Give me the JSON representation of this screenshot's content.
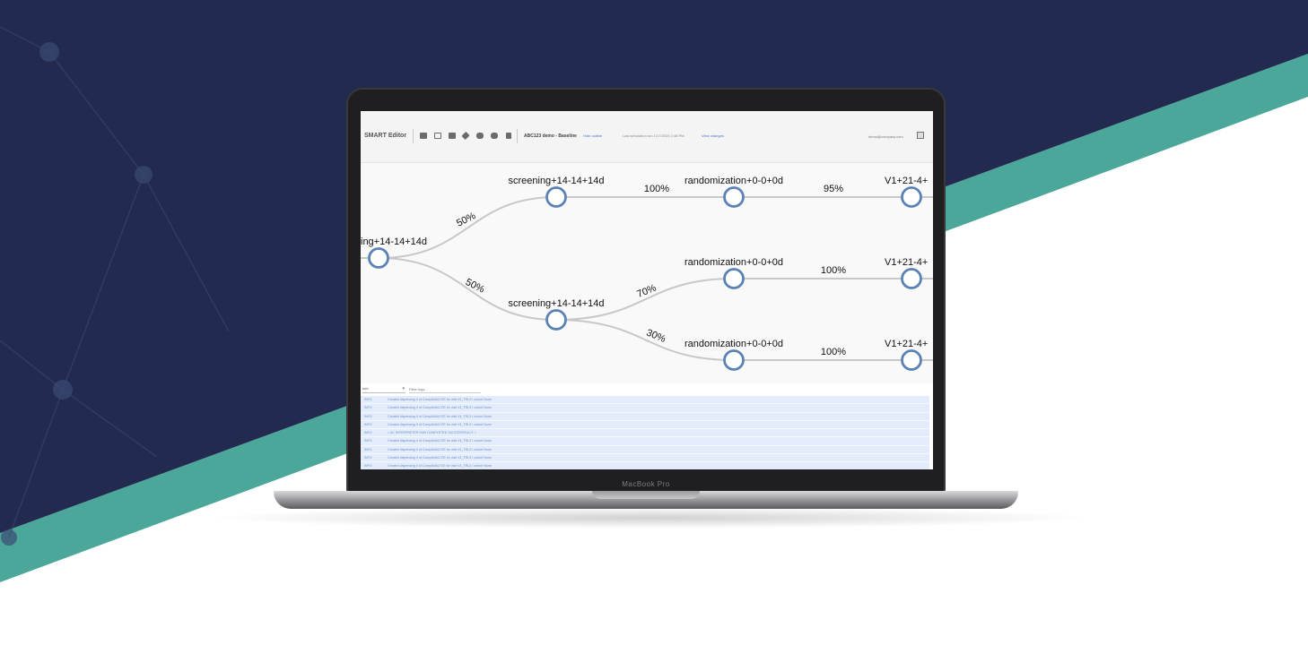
{
  "brand": {
    "navy": "#222a4f",
    "teal": "#4aa79a",
    "node_stroke": "#5a82b4",
    "edge": "#c8c8c8"
  },
  "laptop": {
    "model_label": "MacBook Pro"
  },
  "toolbar": {
    "app_title": "SMART Editor",
    "icons": [
      "folder-icon",
      "folder-open-icon",
      "save-icon",
      "wrench-icon",
      "database-icon",
      "database-alt-icon",
      "download-icon"
    ],
    "project_name": "ABC123 demo - Baseline",
    "hide_outline_label": "Hide outline",
    "last_run": "Last simulation run 1/17/2019 2:48 PM",
    "view_changes_label": "View changes",
    "user_email": "demo@company.com"
  },
  "tree": {
    "nodes": [
      {
        "id": "root",
        "label": "ing+14-14+14d"
      },
      {
        "id": "s1",
        "label": "screening+14-14+14d"
      },
      {
        "id": "s2",
        "label": "screening+14-14+14d"
      },
      {
        "id": "r1",
        "label": "randomization+0-0+0d"
      },
      {
        "id": "r2",
        "label": "randomization+0-0+0d"
      },
      {
        "id": "r3",
        "label": "randomization+0-0+0d"
      },
      {
        "id": "v1",
        "label": "V1+21-4+"
      },
      {
        "id": "v2",
        "label": "V1+21-4+"
      },
      {
        "id": "v3",
        "label": "V1+21-4+"
      }
    ],
    "edges": [
      {
        "from": "root",
        "to": "s1",
        "label": "50%"
      },
      {
        "from": "root",
        "to": "s2",
        "label": "50%"
      },
      {
        "from": "s1",
        "to": "r1",
        "label": "100%"
      },
      {
        "from": "s2",
        "to": "r2",
        "label": "70%"
      },
      {
        "from": "s2",
        "to": "r3",
        "label": "30%"
      },
      {
        "from": "r1",
        "to": "v1",
        "label": "95%"
      },
      {
        "from": "r2",
        "to": "v2",
        "label": "100%"
      },
      {
        "from": "r3",
        "to": "v3",
        "label": "100%"
      }
    ]
  },
  "log": {
    "level_value": "Info",
    "filter_placeholder": "Filter logs...",
    "rows": [
      {
        "level": "INFO",
        "message": "Created dispensing 0 of CompANALYZE for visit V4_TRL3 / cohort None"
      },
      {
        "level": "INFO",
        "message": "Created dispensing 0 of CompANALYZE for visit V4_TRL3 / cohort None"
      },
      {
        "level": "INFO",
        "message": "Created dispensing 0 of CompANALYZE for visit V4_TRL3 / cohort None"
      },
      {
        "level": "INFO",
        "message": "Created dispensing 0 of CompANALYZE for visit V4_TRL3 / cohort None"
      },
      {
        "level": "INFO",
        "message": "< AC INTERPRETER RUN COMPLETED SUCCESSFULLY >"
      },
      {
        "level": "INFO",
        "message": "Created dispensing 0 of CompANALYZE for visit V4_TRL3 / cohort None"
      },
      {
        "level": "INFO",
        "message": "Created dispensing 0 of CompANALYZE for visit V4_TRL3 / cohort None"
      },
      {
        "level": "INFO",
        "message": "Created dispensing 0 of CompANALYZE for visit V4_TRL3 / cohort None"
      },
      {
        "level": "INFO",
        "message": "Created dispensing 0 of CompANALYZE for visit V4_TRL3 / cohort None"
      }
    ]
  }
}
